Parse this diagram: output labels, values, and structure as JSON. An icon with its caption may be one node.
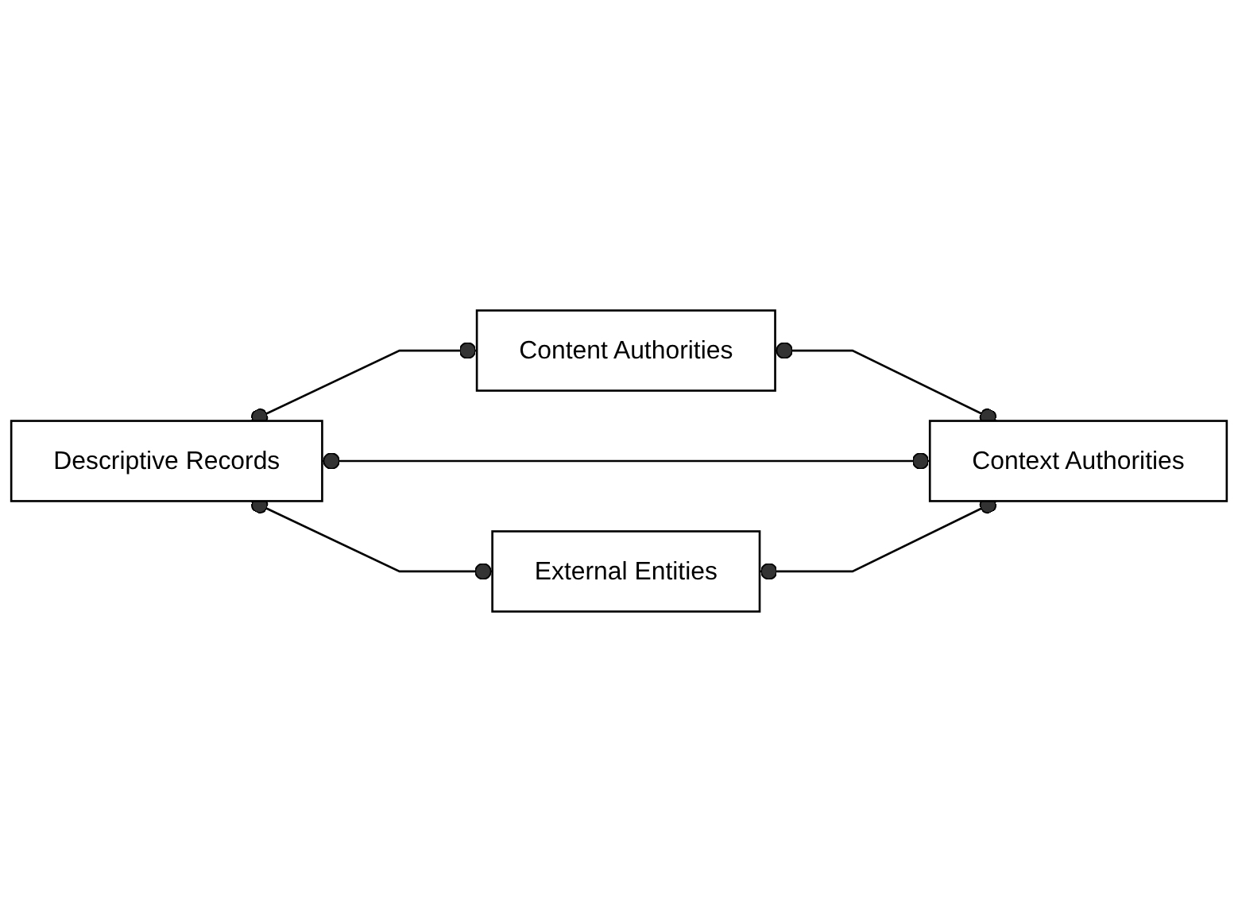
{
  "diagram": {
    "nodes": [
      {
        "text": [
          "Content Authorities"
        ]
      },
      {
        "text": [
          "Descriptive Records"
        ]
      },
      {
        "text": [
          "Context Authorities"
        ]
      },
      {
        "text": [
          "External Entities"
        ]
      }
    ],
    "edges": [
      {
        "from": 1,
        "to": 0,
        "arrow": "other"
      },
      {
        "from": 0,
        "to": 2,
        "arrow": "other"
      },
      {
        "from": 1,
        "to": 2,
        "arrow": "other"
      },
      {
        "from": 1,
        "to": 3,
        "arrow": "other"
      },
      {
        "from": 3,
        "to": 2,
        "arrow": "other"
      }
    ]
  }
}
